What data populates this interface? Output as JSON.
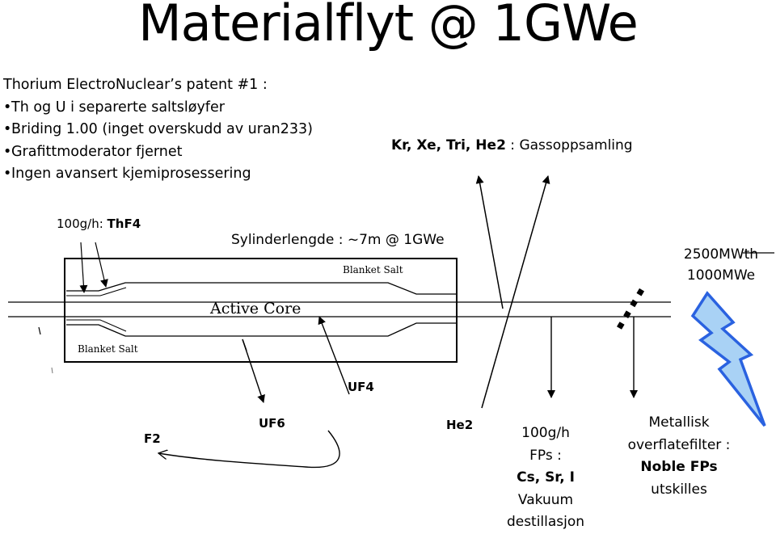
{
  "title": "Materialflyt @ 1GWe",
  "intro": {
    "heading": "Thorium ElectroNuclear’s patent #1 :",
    "bullets": [
      "Th og U i separerte saltsløyfer",
      "Briding 1.00 (inget overskudd av uran233)",
      "Grafittmoderator fjernet",
      "Ingen avansert kjemiprosessering"
    ]
  },
  "gas": {
    "bold": "Kr, Xe, Tri, He2",
    "rest": " : Gassoppsamling"
  },
  "feed": {
    "rate": "100g/h: ",
    "material": "ThF4"
  },
  "cylinder_length": "Sylinderlengde :  ~7m @ 1GWe",
  "power": {
    "thermal": "2500MWth",
    "electric": "1000MWe"
  },
  "reactor": {
    "blanket_top": "Blanket Salt",
    "active_core": "Active Core",
    "blanket_bottom": "Blanket Salt"
  },
  "chem": {
    "uf4": "UF4",
    "uf6": "UF6",
    "f2": "F2",
    "he2": "He2"
  },
  "fps": {
    "line1": "100g/h",
    "line2": "FPs :",
    "line3": "Cs, Sr, I",
    "line4": "Vakuum",
    "line5": "destillasjon"
  },
  "filter": {
    "line1": "Metallisk",
    "line2": "overflatefilter :",
    "line3": "Noble FPs",
    "line4": "utskilles"
  },
  "colors": {
    "bolt_fill": "#a9d2f5",
    "bolt_stroke": "#2a62e0"
  }
}
